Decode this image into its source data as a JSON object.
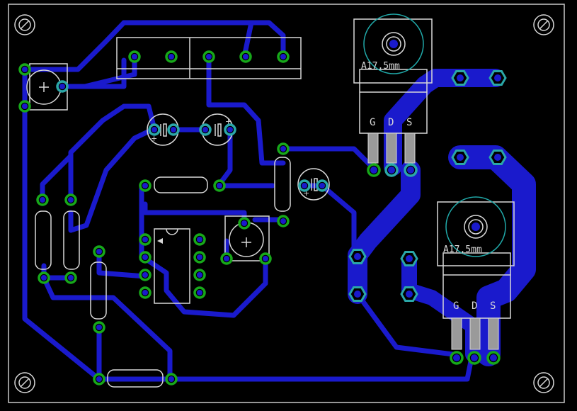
{
  "board": {
    "colors": {
      "background": "#000000",
      "copper": "#1a1acc",
      "pad_ring": "#17a81a",
      "pad_ring_alt": "#2aa7a8",
      "drill": "#1a1acc",
      "silkscreen": "#d8d8d8",
      "outline": "#c8c8c8",
      "heatsink": "#20a8a8"
    },
    "labels": {
      "q1_value": "A17,5mm",
      "q2_value": "A17,5mm",
      "q1_g": "G",
      "q1_d": "D",
      "q1_s": "S",
      "q2_g": "G",
      "q2_d": "D",
      "q2_s": "S"
    }
  }
}
